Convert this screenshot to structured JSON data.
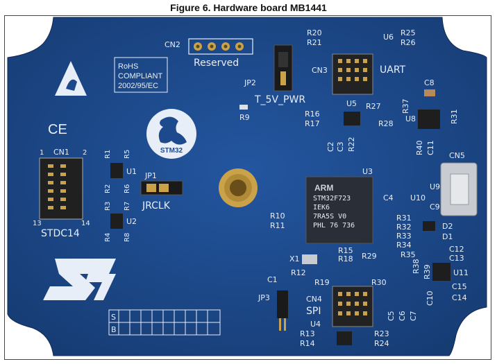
{
  "caption": "Figure 6. Hardware board MB1441",
  "labels": {
    "cn2": "CN2",
    "reserved": "Reserved",
    "rohs1": "RoHS",
    "rohs2": "COMPLIANT",
    "rohs3": "2002/95/EC",
    "ce": "CE",
    "stm32": "STM32",
    "jp2": "JP2",
    "t5v": "T_5V_PWR",
    "r9": "R9",
    "cn3": "CN3",
    "uart": "UART",
    "r20": "R20",
    "r21": "R21",
    "u6": "U6",
    "r25": "R25",
    "r26": "R26",
    "c8": "C8",
    "r16": "R16",
    "r17": "R17",
    "u5": "U5",
    "r27": "R27",
    "r28": "R28",
    "r37": "R37",
    "u8": "U8",
    "r31": "R31",
    "c2": "C2",
    "c3": "C3",
    "r22": "R22",
    "r40": "R40",
    "c11": "C11",
    "cn5": "CN5",
    "cn1": "CN1",
    "pin1": "1",
    "pin2": "2",
    "pin13": "13",
    "pin14": "14",
    "stdc14": "STDC14",
    "r1": "R1",
    "r5": "R5",
    "u1": "U1",
    "r2": "R2",
    "r6": "R6",
    "jp1": "JP1",
    "jrclk": "JRCLK",
    "r3": "R3",
    "r7": "R7",
    "u2": "U2",
    "r4": "R4",
    "r8": "R8",
    "u3": "U3",
    "u9": "U9",
    "u10": "U10",
    "c4": "C4",
    "c9": "C9",
    "r10": "R10",
    "r11": "R11",
    "r31b": "R31",
    "r32": "R32",
    "r33": "R33",
    "r34": "R34",
    "r35": "R35",
    "d2": "D2",
    "d1": "D1",
    "c12": "C12",
    "c13": "C13",
    "r38": "R38",
    "r39": "R39",
    "u11": "U11",
    "c15": "C15",
    "c14": "C14",
    "c10": "C10",
    "x1": "X1",
    "r12": "R12",
    "r15": "R15",
    "r18": "R18",
    "r29": "R29",
    "r19": "R19",
    "r30": "R30",
    "c1": "C1",
    "jp3": "JP3",
    "cn4": "CN4",
    "spi": "SPI",
    "u4": "U4",
    "c5": "C5",
    "c6": "C6",
    "c7": "C7",
    "r13": "R13",
    "r14": "R14",
    "r23": "R23",
    "r24": "R24",
    "s": "S",
    "b": "B"
  },
  "chip": {
    "line1": "ARM",
    "line2": "STM32F723",
    "line3": "IEK6",
    "line4": "7RA5S V0",
    "line5": "PHL 76 736"
  },
  "colors": {
    "board": "#1d4a8c",
    "board_dark": "#163b72",
    "silkscreen": "#e8eef8",
    "gold": "#c9a24a",
    "chip": "#2a2e36"
  }
}
